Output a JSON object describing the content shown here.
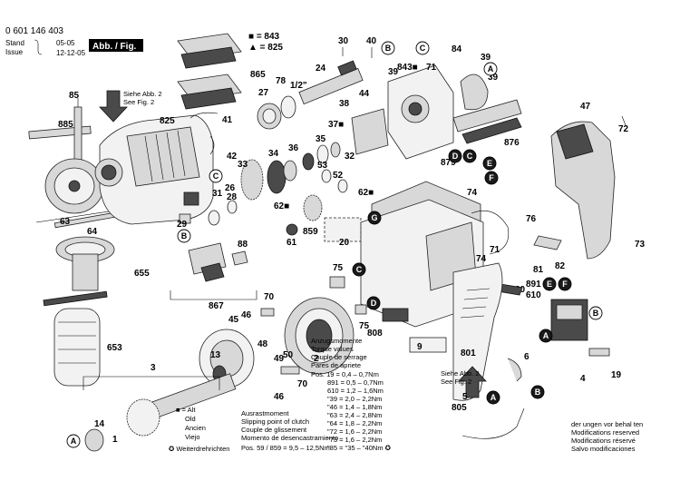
{
  "header": {
    "doc_number": "0 601 146 403",
    "stand_label": "Stand",
    "stand_value": "05-05",
    "issue_label": "Issue",
    "issue_value": "12-12-05",
    "abb_label": "Abb. / Fig."
  },
  "legend_top": {
    "line1": "■ = 843",
    "line2": "▲ = 825"
  },
  "see_fig_left": {
    "line1": "Siehe Abb. 2",
    "line2": "See Fig. 2"
  },
  "see_fig_bottom": {
    "line1": "Siehe Abb. 2",
    "line2": "See Fig. 2"
  },
  "alt_legend": {
    "symbol": "■ = Alt",
    "lines": [
      "Old",
      "Ancien",
      "Viejo"
    ],
    "further": "✪ Weiterdrehrichten"
  },
  "torque_table": {
    "title_lines": [
      "Anzugsmomente",
      "Torque values",
      "Couple de serrage",
      "Pares de apriete"
    ],
    "rows": [
      "Pos. 19 = 0,4 – 0,7Nm",
      "891 = 0,5 – 0,7Nm",
      "610 = 1,2 – 1,6Nm",
      "\"39 = 2,0 – 2,2Nm",
      "\"46 = 1,4 – 1,8Nm",
      "\"63 = 2,4 – 2,8Nm",
      "\"64 = 1,8 – 2,2Nm",
      "\"72 = 1,6 – 2,2Nm",
      "\"73 = 1,6 – 2,2Nm",
      "\"85 = \"35 – \"40Nm ✪"
    ]
  },
  "clutch_table": {
    "lines": [
      "Ausrastmoment",
      "Slipping point of clutch",
      "Couple de glissement",
      "Momento de desencastramiento"
    ],
    "value": "Pos. 59 / 859 = 9,5 – 12,5Nm"
  },
  "modifications": {
    "lines": [
      "der ungen vor behal ten",
      "Modifications reserved",
      "Modifications réservé",
      "Salvo modificaciones"
    ]
  },
  "part_numbers": {
    "n843": "843",
    "n825": "825",
    "n865": "865",
    "n27": "27",
    "n78": "78",
    "n12": "1/2\"",
    "n24": "24",
    "n30": "30",
    "n40": "40",
    "n38": "38",
    "n44": "44",
    "n39a": "39",
    "n71a": "71",
    "n84": "84",
    "n39b": "39",
    "n39c": "39",
    "n843b": "843■",
    "n47": "47",
    "n72": "72",
    "n85": "85",
    "n885": "885",
    "n825b": "825",
    "n41": "41",
    "n37": "37■",
    "n35": "35",
    "n36": "36",
    "n34": "34",
    "n53": "53",
    "n52": "52",
    "n32": "32",
    "n62a": "62■",
    "n42": "42",
    "n33": "33",
    "n26": "26",
    "n28": "28",
    "n31": "31",
    "n61": "61",
    "n62b": "62■",
    "n859": "859",
    "n63": "63",
    "n64": "64",
    "n29": "29",
    "n20": "20",
    "n879": "879",
    "n876": "876",
    "n74a": "74",
    "n76": "76",
    "n74b": "74",
    "n71b": "71",
    "n75": "75",
    "n81": "81",
    "n82": "82",
    "n73": "73",
    "n88": "88",
    "n867": "867",
    "n655": "655",
    "n70a": "70",
    "n45": "45",
    "n46a": "46",
    "n75b": "75",
    "n808": "808",
    "n9": "9",
    "n891": "891",
    "n610": "610",
    "n80": "80",
    "n653": "653",
    "n13": "13",
    "n48": "48",
    "n49": "49",
    "n50": "50",
    "n2": "2",
    "n70b": "70",
    "n46b": "46",
    "n801": "801",
    "n6": "6",
    "n5": "5",
    "n805": "805",
    "n3": "3",
    "n14": "14",
    "n1": "1",
    "n4": "4",
    "n19": "19"
  },
  "callouts": {
    "A": "A",
    "B": "B",
    "C": "C",
    "D": "D",
    "E": "E",
    "F": "F",
    "G": "G"
  }
}
